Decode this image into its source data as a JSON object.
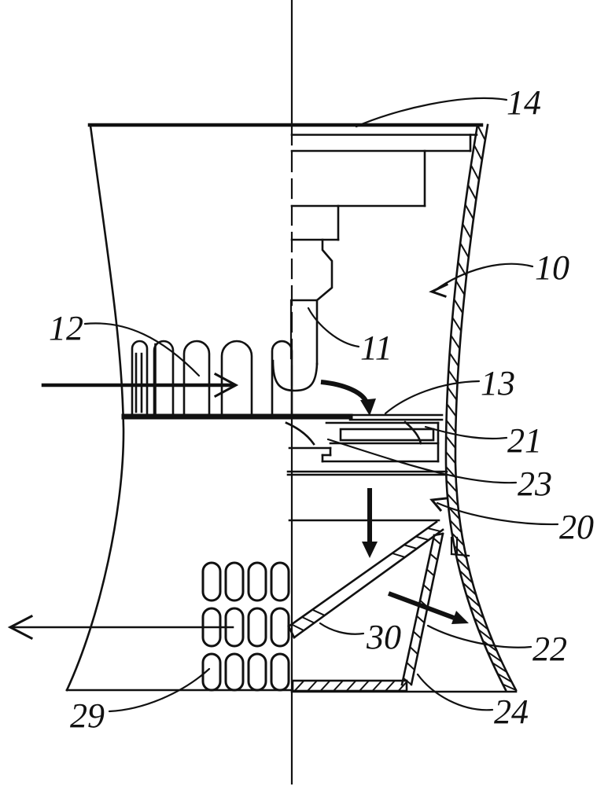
{
  "figure": {
    "kind": "patent line drawing, half elevation / half section of a hyperbolic cooling tower"
  },
  "colors": {
    "ink": "#111111",
    "background": "#ffffff"
  },
  "labels": {
    "n14": "14",
    "n10": "10",
    "n12": "12",
    "n11": "11",
    "n13": "13",
    "n21": "21",
    "n23": "23",
    "n20": "20",
    "n30": "30",
    "n22": "22",
    "n29": "29",
    "n24": "24"
  }
}
